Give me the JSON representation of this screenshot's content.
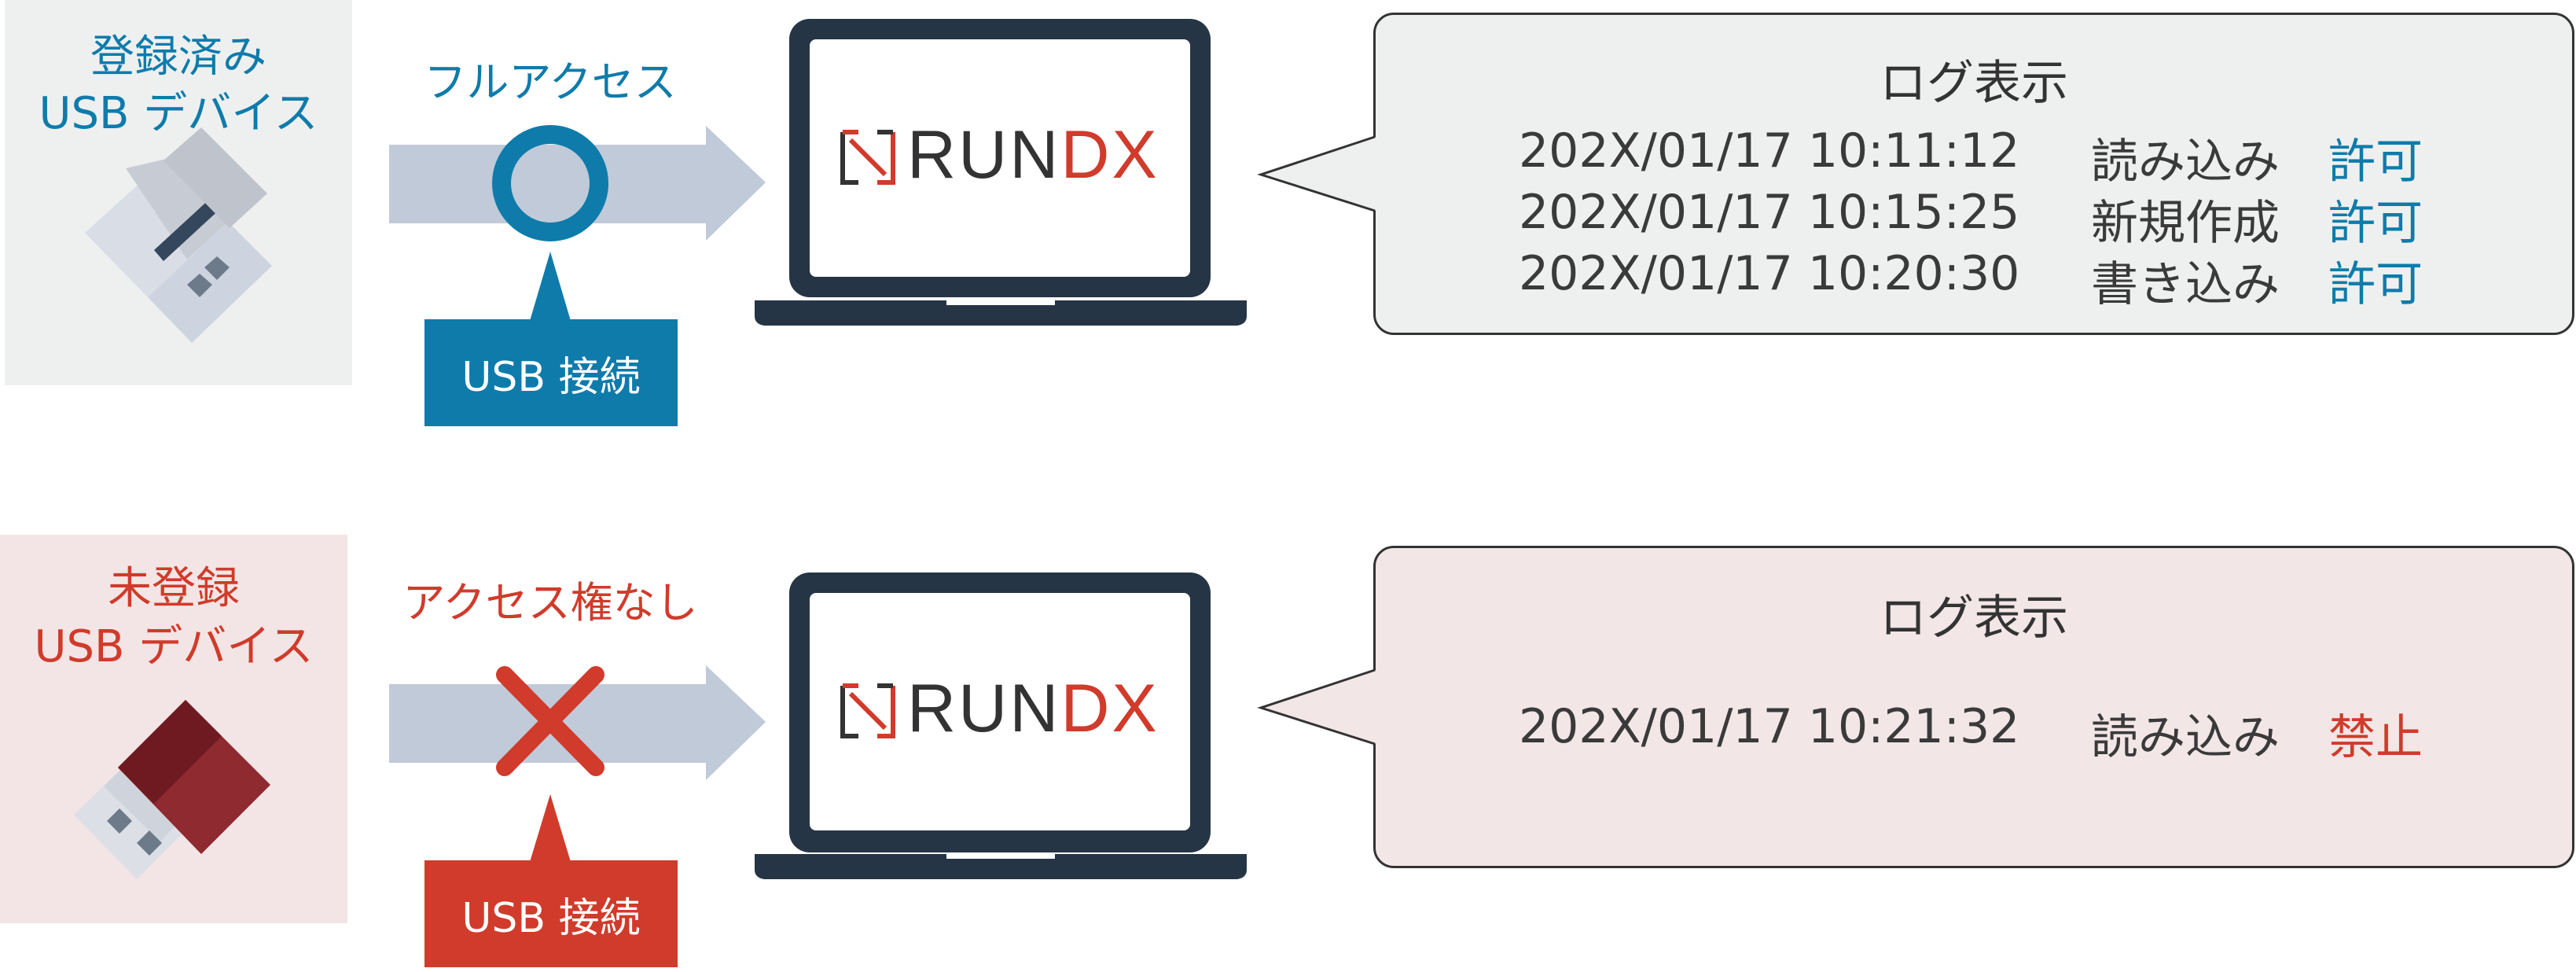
{
  "rows": [
    {
      "device_label_line1": "登録済み",
      "device_label_line2": "USB デバイス",
      "access_label": "フルアクセス",
      "usb_tag": "USB 接続",
      "logo": {
        "prefix": "RUN",
        "suffix": "DX"
      },
      "log": {
        "title": "ログ表示",
        "entries": [
          {
            "timestamp": "202X/01/17 10:11:12",
            "action": "読み込み",
            "result": "許可"
          },
          {
            "timestamp": "202X/01/17 10:15:25",
            "action": "新規作成",
            "result": "許可"
          },
          {
            "timestamp": "202X/01/17 10:20:30",
            "action": "書き込み",
            "result": "許可"
          }
        ]
      }
    },
    {
      "device_label_line1": "未登録",
      "device_label_line2": "USB デバイス",
      "access_label": "アクセス権なし",
      "usb_tag": "USB 接続",
      "logo": {
        "prefix": "RUN",
        "suffix": "DX"
      },
      "log": {
        "title": "ログ表示",
        "entries": [
          {
            "timestamp": "202X/01/17 10:21:32",
            "action": "読み込み",
            "result": "禁止"
          }
        ]
      }
    }
  ],
  "colors": {
    "allowed_accent": "#0e7bab",
    "denied_accent": "#d03b2b",
    "allowed_panel": "#eef0ef",
    "denied_panel": "#f3e5e5",
    "allowed_bubble": "#eef0ef",
    "denied_bubble": "#f2e6e6",
    "arrow": "#c0cad8",
    "laptop": "#253545",
    "logo_dark": "#333333"
  },
  "icons": [
    "usb-drive-icon",
    "circle-ok-icon",
    "cross-denied-icon",
    "laptop-icon",
    "rundx-logo-icon"
  ]
}
